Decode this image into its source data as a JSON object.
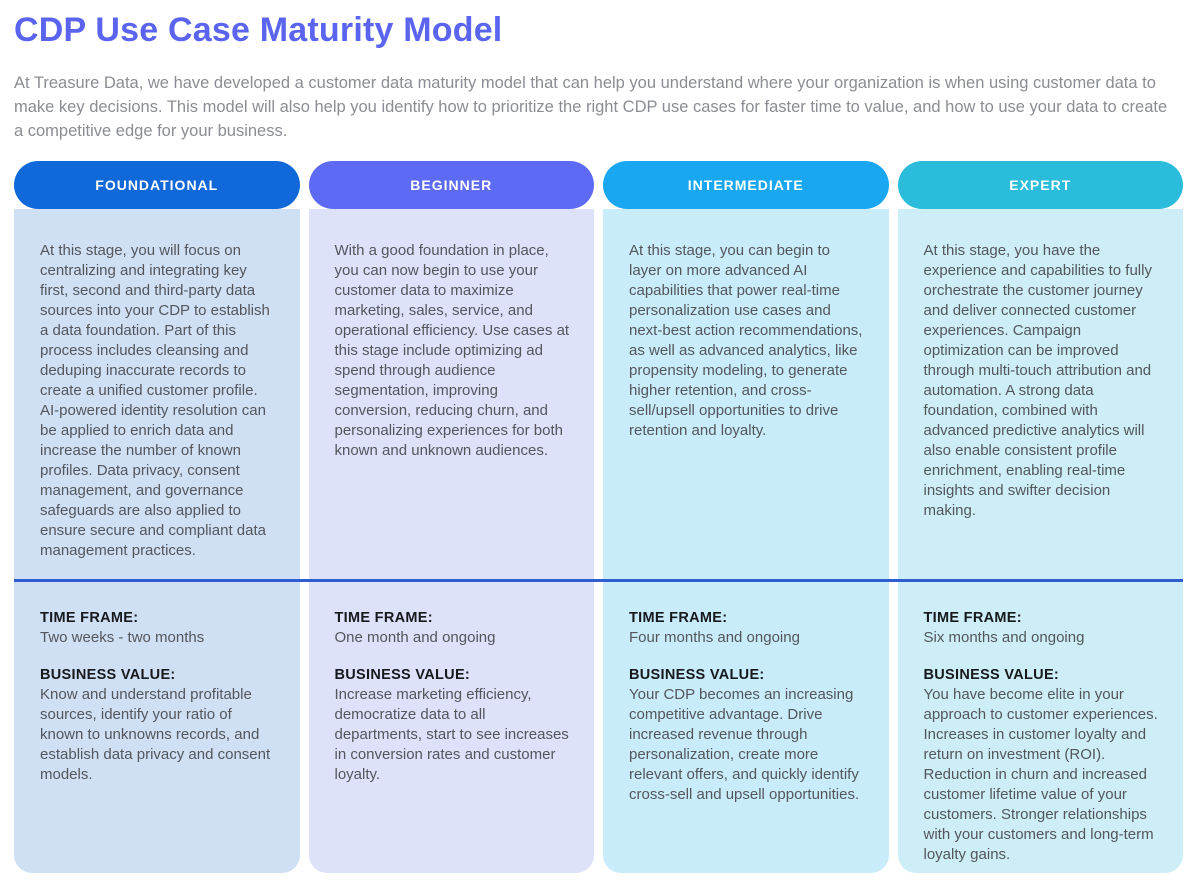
{
  "page": {
    "title": "CDP Use Case Maturity Model",
    "intro": "At Treasure Data, we have developed a customer data maturity model that can help you understand where your organization is when using customer data to make key decisions. This model will also help you identify how to prioritize the right CDP use cases for faster time to value, and how to use your data to create a competitive edge for your business."
  },
  "labels": {
    "time_frame": "TIME FRAME:",
    "business_value": "BUSINESS VALUE:"
  },
  "colors": {
    "title": "#5a64ee",
    "intro_text": "#8a8d93",
    "body_text": "#54565c",
    "label_text": "#17191d",
    "header_text": "#ffffff",
    "divider": "#2e5ed0"
  },
  "columns": [
    {
      "name": "FOUNDATIONAL",
      "header_color": "#1168d9",
      "body_color": "#cfe0f4",
      "description": "At this stage, you will focus on centralizing and integrating key first, second and third-party data sources into your CDP to establish a data foundation. Part of this process includes cleansing and deduping inaccurate records to create a unified customer profile. AI-powered identity resolution can be applied to enrich data and increase the number of known profiles. Data privacy, consent management, and governance safeguards are also applied to ensure secure and compliant data management practices.",
      "time_frame": "Two weeks - two months",
      "business_value": "Know and understand profitable sources, identify your ratio of known to unknowns records, and establish data privacy and consent models."
    },
    {
      "name": "BEGINNER",
      "header_color": "#5d6af3",
      "body_color": "#dde1fa",
      "description": "With a good foundation in place, you can now begin to use your customer data to maximize marketing, sales, service, and operational efficiency. Use cases at this stage include optimizing ad spend through audience segmentation, improving conversion, reducing churn, and personalizing experiences for both known and unknown audiences.",
      "time_frame": "One month and ongoing",
      "business_value": "Increase marketing efficiency, democratize data to all departments, start to see increases in conversion rates and customer loyalty."
    },
    {
      "name": "INTERMEDIATE",
      "header_color": "#19a7f2",
      "body_color": "#c9ecfa",
      "description": "At this stage, you can begin to layer on more advanced AI capabilities that power real-time personalization use cases and next-best action recommendations, as well as advanced analytics, like propensity modeling, to generate higher retention, and cross-sell/upsell opportunities to drive retention and loyalty.",
      "time_frame": "Four months and ongoing",
      "business_value": "Your CDP becomes an increasing competitive advantage. Drive increased revenue through personalization, create more relevant offers, and quickly identify cross-sell and upsell opportunities."
    },
    {
      "name": "EXPERT",
      "header_color": "#2bbcdc",
      "body_color": "#cdeef6",
      "description": "At this stage, you have the experience and capabilities to fully orchestrate the customer journey and deliver connected customer experiences. Campaign optimization can be improved through multi-touch attribution and automation. A strong data foundation, combined with advanced predictive analytics will also enable consistent profile enrichment, enabling real-time insights and swifter decision making.",
      "time_frame": "Six months and ongoing",
      "business_value": "You have become elite in your approach to customer experiences. Increases in customer loyalty and return on investment (ROI). Reduction in churn and increased customer lifetime value of your customers. Stronger relationships with your customers and long-term loyalty gains."
    }
  ]
}
